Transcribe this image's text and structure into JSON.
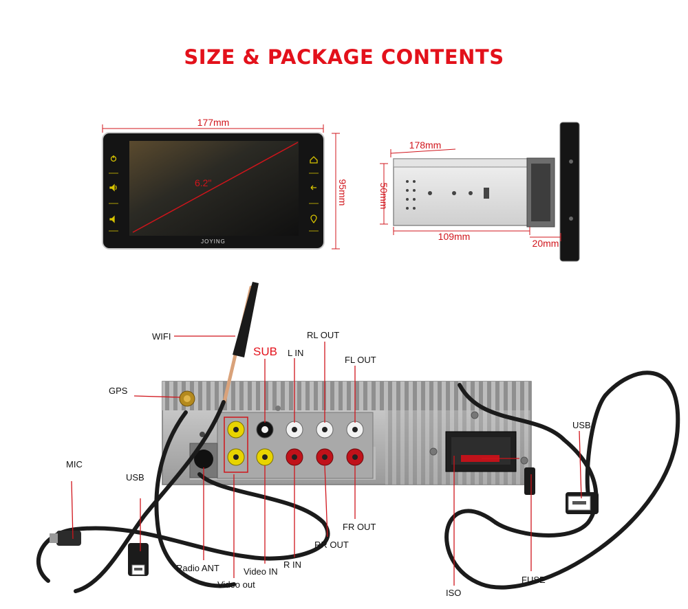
{
  "title": "SIZE & PACKAGE CONTENTS",
  "front": {
    "width": "177mm",
    "height": "95mm",
    "diagonal": "6.2\"",
    "brand": "JOYING"
  },
  "side": {
    "depth": "178mm",
    "height": "50mm",
    "body_depth": "109mm",
    "face_depth": "20mm"
  },
  "ports": {
    "wifi": "WIFI",
    "gps": "GPS",
    "sub": "SUB",
    "l_in": "L IN",
    "rl_out": "RL OUT",
    "fl_out": "FL OUT",
    "usb_right": "USB",
    "mic": "MIC",
    "usb_left": "USB",
    "radio_ant": "Radio ANT",
    "video_out": "Video out",
    "video_in": "Video IN",
    "r_in": "R IN",
    "rr_out": "RR OUT",
    "fr_out": "FR OUT",
    "iso": "ISO",
    "fuse": "FUSE"
  },
  "colors": {
    "accent": "#e3111b",
    "rca_yellow": "#e8d400",
    "rca_red": "#c0121a",
    "rca_white": "#f2f2f2",
    "cable": "#1b1b1b"
  },
  "icons": [
    "power-icon",
    "volume-up-icon",
    "volume-down-icon",
    "home-icon",
    "back-icon",
    "gps-pin-icon"
  ]
}
